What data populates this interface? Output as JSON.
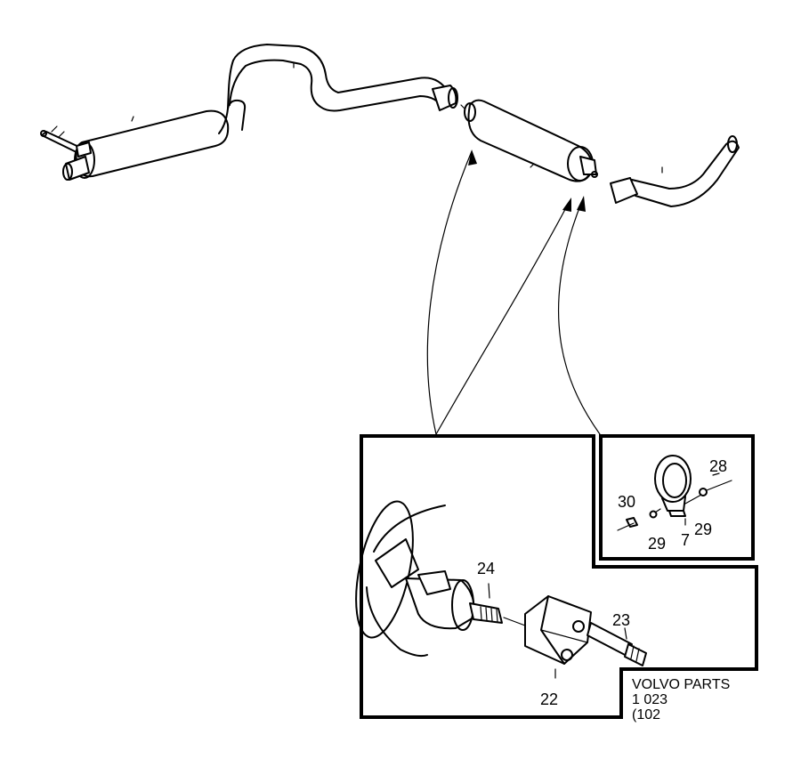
{
  "callouts": {
    "c22": "22",
    "c23": "23",
    "c24": "24",
    "c28": "28",
    "c29a": "29",
    "c29b": "29",
    "c30": "30",
    "c7": "7"
  },
  "stamp": {
    "line1": "VOLVO PARTS",
    "line2": "1 023",
    "line3": "(102"
  }
}
